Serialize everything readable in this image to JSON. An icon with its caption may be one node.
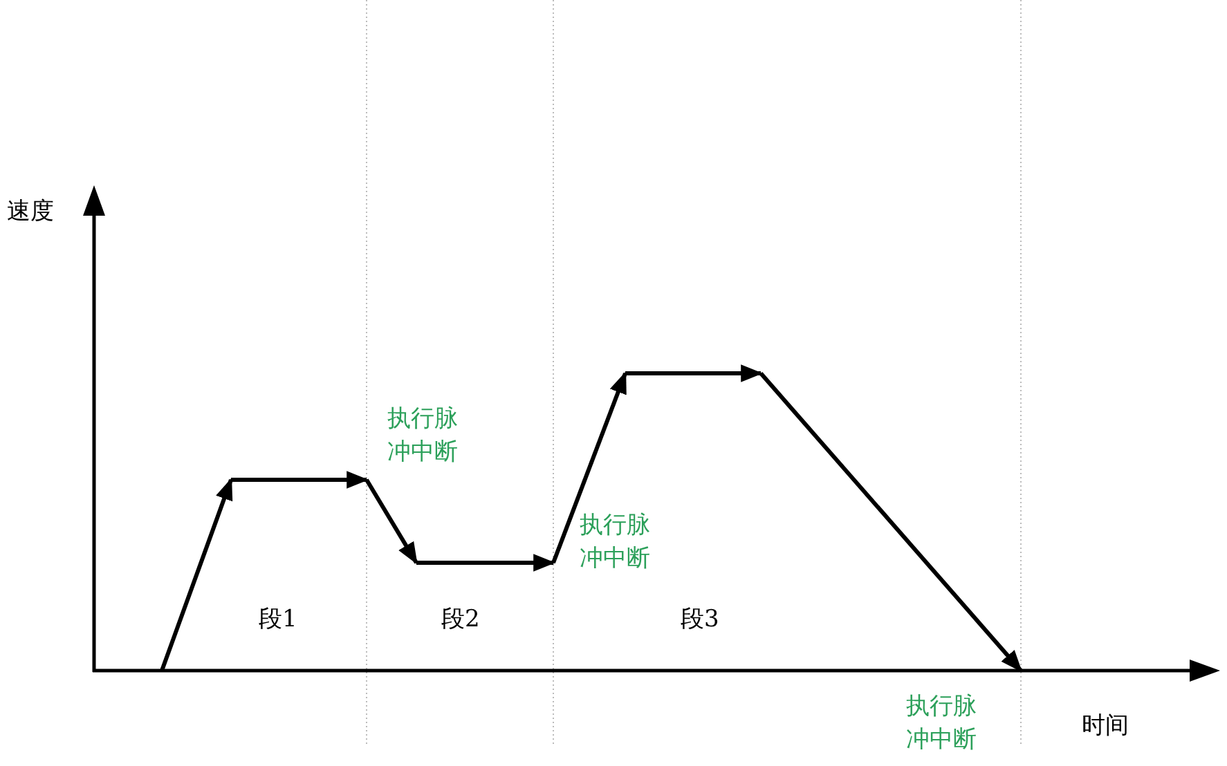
{
  "diagram": {
    "labels": [
      "速度",
      "执行脉冲中断",
      "执行脉冲中断",
      "段1",
      "段2",
      "段3",
      "执行脉冲中断",
      "时间"
    ]
  }
}
